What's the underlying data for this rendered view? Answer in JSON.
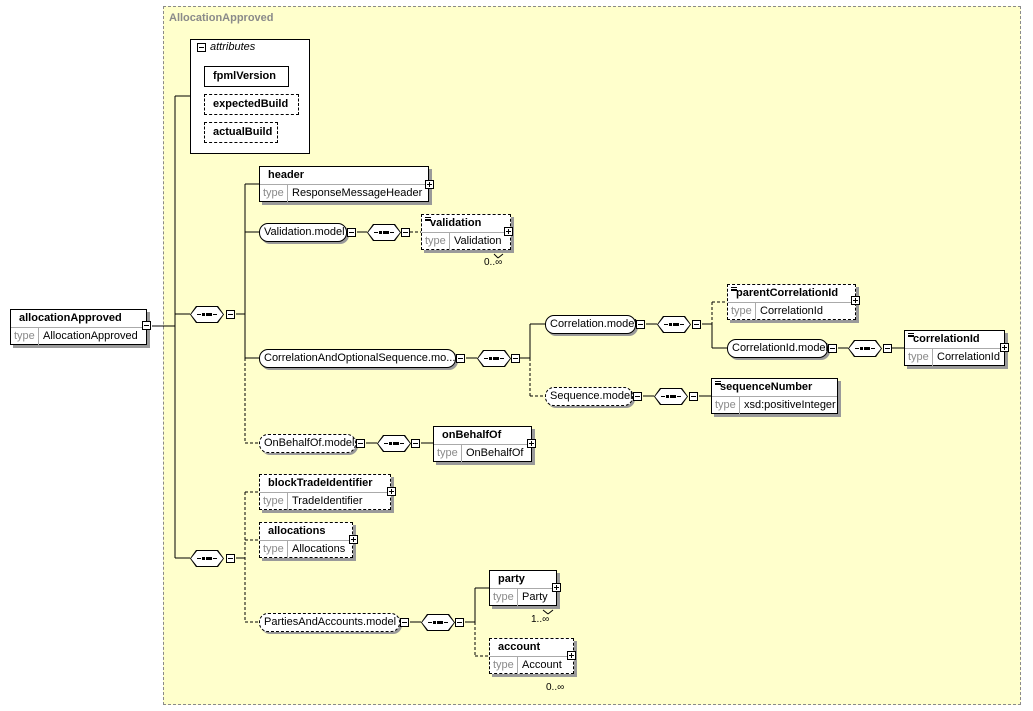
{
  "frame_title": "AllocationApproved",
  "root": {
    "name": "allocationApproved",
    "type_label": "type",
    "type": "AllocationApproved"
  },
  "attributes": {
    "header": "attributes",
    "items": [
      "fpmlVersion",
      "expectedBuild",
      "actualBuild"
    ]
  },
  "header_elem": {
    "name": "header",
    "type_label": "type",
    "type": "ResponseMessageHeader"
  },
  "validation_model": "Validation.model",
  "validation": {
    "name": "validation",
    "type_label": "type",
    "type": "Validation",
    "cardinality": "0..∞"
  },
  "corr_seq": "CorrelationAndOptionalSequence.mo...",
  "correlation_model": "Correlation.model",
  "parent_corr": {
    "name": "parentCorrelationId",
    "type_label": "type",
    "type": "CorrelationId"
  },
  "corrid_model": "CorrelationId.model",
  "corr_id": {
    "name": "correlationId",
    "type_label": "type",
    "type": "CorrelationId"
  },
  "sequence_model": "Sequence.model",
  "seq_number": {
    "name": "sequenceNumber",
    "type_label": "type",
    "type": "xsd:positiveInteger"
  },
  "onbehalf_model": "OnBehalfOf.model",
  "onbehalf": {
    "name": "onBehalfOf",
    "type_label": "type",
    "type": "OnBehalfOf"
  },
  "block_trade": {
    "name": "blockTradeIdentifier",
    "type_label": "type",
    "type": "TradeIdentifier"
  },
  "allocations": {
    "name": "allocations",
    "type_label": "type",
    "type": "Allocations"
  },
  "parties_model": "PartiesAndAccounts.model",
  "party": {
    "name": "party",
    "type_label": "type",
    "type": "Party",
    "cardinality": "1..∞"
  },
  "account": {
    "name": "account",
    "type_label": "type",
    "type": "Account",
    "cardinality": "0..∞"
  }
}
